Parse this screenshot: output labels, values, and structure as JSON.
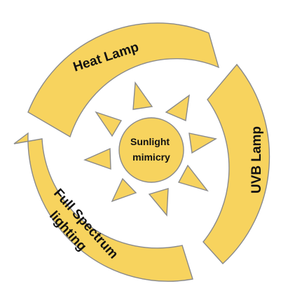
{
  "center": {
    "line1": "Sunlight",
    "line2": "mimicry"
  },
  "segments": [
    {
      "key": "heat",
      "label": "Heat Lamp"
    },
    {
      "key": "uvb",
      "label": "UVB Lamp"
    },
    {
      "key": "fullspectrum",
      "line1": "Full Spectrum",
      "line2": "lighting"
    }
  ],
  "colors": {
    "fill": "#f7d35e",
    "stroke": "#8a8a8a",
    "text": "#111111"
  }
}
